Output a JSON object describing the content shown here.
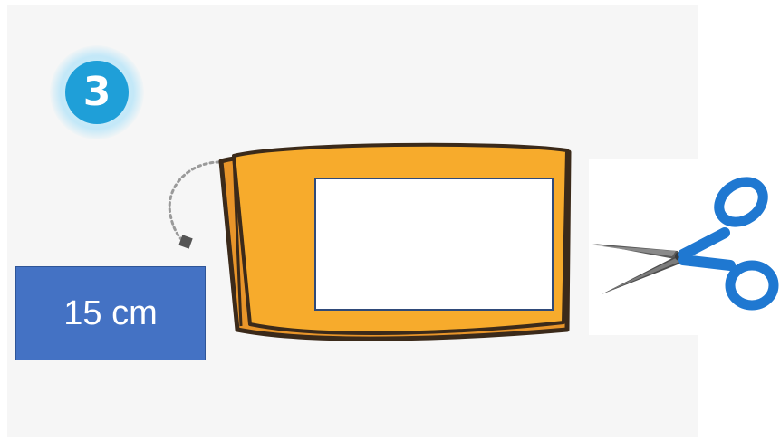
{
  "step": {
    "number": "3",
    "color": "#1f9fd8"
  },
  "measurement": {
    "label": "15 cm",
    "color": "#4472c4"
  },
  "folder": {
    "fill_color": "#f7ab2c",
    "window_color": "#ffffff",
    "window_border_color": "#2f4a7a"
  },
  "arrow": {
    "style": "dotted-curved",
    "icon": "curved-dotted-arrow-icon"
  },
  "scissors": {
    "icon": "scissors-icon",
    "handle_color": "#1f78d1"
  }
}
